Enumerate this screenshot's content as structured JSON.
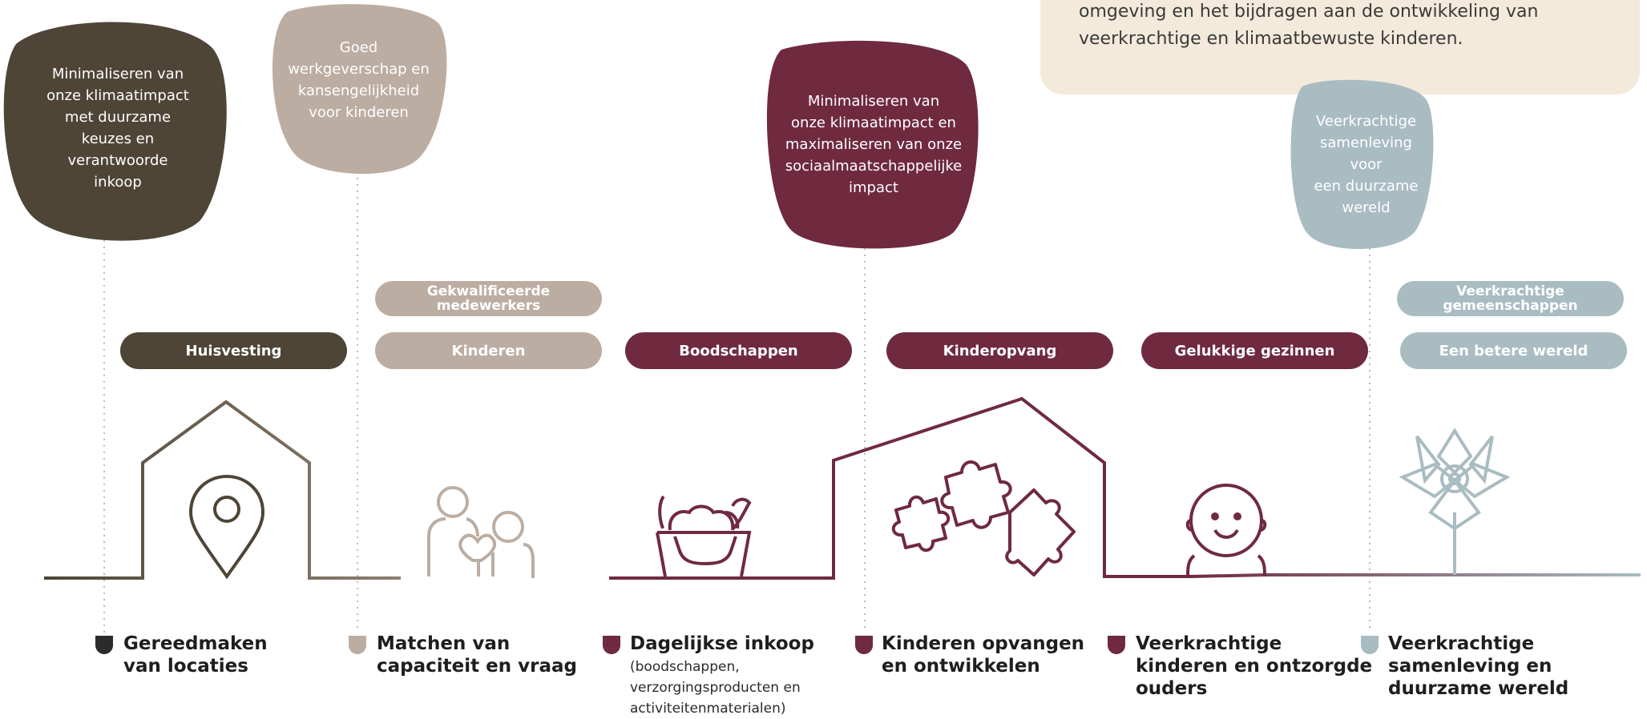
{
  "callout": {
    "lines": [
      "omgeving en het bijdragen aan de ontwikkeling van",
      "veerkrachtige en klimaatbewuste kinderen."
    ]
  },
  "bubbles": [
    {
      "lines": [
        "Minimaliseren van",
        "onze klimaatimpact",
        "met duurzame",
        "keuzes en",
        "verantwoorde",
        "inkoop"
      ],
      "color": "#4e4537"
    },
    {
      "lines": [
        "Goed",
        "werkgeverschap en",
        "kansengelijkheid",
        "voor kinderen"
      ],
      "color": "#bcada2"
    },
    {
      "lines": [
        "Minimaliseren van",
        "onze klimaatimpact en",
        "maximaliseren van onze",
        "sociaalmaatschappelijke",
        "impact"
      ],
      "color": "#6f2a3f"
    },
    {
      "lines": [
        "Veerkrachtige",
        "samenleving voor",
        "een duurzame",
        "wereld"
      ],
      "color": "#a9bcc2"
    }
  ],
  "pills": {
    "huisvesting": "Huisvesting",
    "gekwalificeerde": "Gekwalificeerde medewerkers",
    "kinderen": "Kinderen",
    "boodschappen": "Boodschappen",
    "kinderopvang": "Kinderopvang",
    "gelukkige": "Gelukkige gezinnen",
    "veerkrachtige_gemeenschappen": "Veerkrachtige gemeenschappen",
    "betere_wereld": "Een betere wereld"
  },
  "steps": [
    {
      "title_lines": [
        "Gereedmaken",
        "van locaties"
      ],
      "sub_lines": [],
      "color": "#2b2b2b"
    },
    {
      "title_lines": [
        "Matchen van",
        "capaciteit en vraag"
      ],
      "sub_lines": [],
      "color": "#bcada2"
    },
    {
      "title_lines": [
        "Dagelijkse inkoop"
      ],
      "sub_lines": [
        "(boodschappen,",
        "verzorgingsproducten en",
        "activiteitenmaterialen)"
      ],
      "color": "#6f2a3f"
    },
    {
      "title_lines": [
        "Kinderen opvangen",
        "en ontwikkelen"
      ],
      "sub_lines": [],
      "color": "#6f2a3f"
    },
    {
      "title_lines": [
        "Veerkrachtige",
        "kinderen en ontzorgde",
        "ouders"
      ],
      "sub_lines": [],
      "color": "#6f2a3f"
    },
    {
      "title_lines": [
        "Veerkrachtige",
        "samenleving en",
        "duurzame wereld"
      ],
      "sub_lines": [],
      "color": "#a9bcc2"
    }
  ],
  "colors": {
    "dark_brown": "#4e4537",
    "taupe": "#bcada2",
    "burgundy": "#6f2a3f",
    "slate_blue": "#a9bcc2",
    "cream": "#f3eadb"
  },
  "icons": [
    "location-pin-icon",
    "people-heart-icon",
    "food-basket-icon",
    "puzzle-pieces-icon",
    "smiling-child-icon",
    "flower-icon",
    "house-outline-icon"
  ]
}
